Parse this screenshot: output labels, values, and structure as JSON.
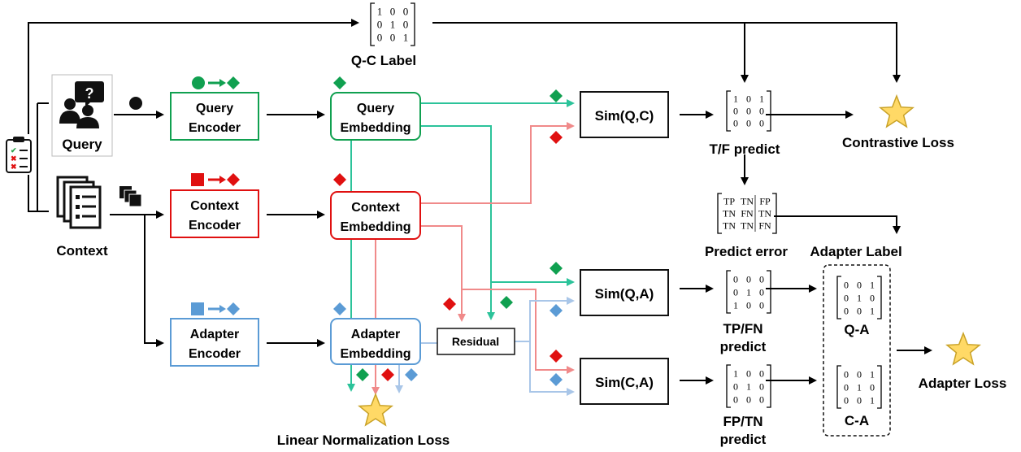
{
  "labels": {
    "qc_label": "Q-C Label",
    "query": "Query",
    "context": "Context",
    "tf_predict": "T/F predict",
    "contrastive_loss": "Contrastive Loss",
    "predict_error": "Predict error",
    "adapter_label": "Adapter Label",
    "tpfn_predict_1": "TP/FN",
    "tpfn_predict_2": "predict",
    "fptn_predict_1": "FP/TN",
    "fptn_predict_2": "predict",
    "adapter_loss": "Adapter Loss",
    "linear_norm_loss": "Linear Normalization Loss",
    "qa": "Q-A",
    "ca": "C-A"
  },
  "boxes": {
    "query_encoder": [
      "Query",
      "Encoder"
    ],
    "context_encoder": [
      "Context",
      "Encoder"
    ],
    "adapter_encoder": [
      "Adapter",
      "Encoder"
    ],
    "query_embedding": [
      "Query",
      "Embedding"
    ],
    "context_embedding": [
      "Context",
      "Embedding"
    ],
    "adapter_embedding": [
      "Adapter",
      "Embedding"
    ],
    "residual": "Residual",
    "sim_qc": "Sim(Q,C)",
    "sim_qa": "Sim(Q,A)",
    "sim_ca": "Sim(C,A)"
  },
  "matrices": {
    "qc_label": [
      [
        "1",
        "0",
        "0"
      ],
      [
        "0",
        "1",
        "0"
      ],
      [
        "0",
        "0",
        "1"
      ]
    ],
    "tf_predict": [
      [
        "1",
        "0",
        "1"
      ],
      [
        "0",
        "0",
        "0"
      ],
      [
        "0",
        "0",
        "0"
      ]
    ],
    "predict_error": [
      [
        "TP",
        "TN",
        "FP"
      ],
      [
        "TN",
        "FN",
        "TN"
      ],
      [
        "TN",
        "TN",
        "FN"
      ]
    ],
    "tpfn_predict": [
      [
        "0",
        "0",
        "0"
      ],
      [
        "0",
        "1",
        "0"
      ],
      [
        "1",
        "0",
        "0"
      ]
    ],
    "fptn_predict": [
      [
        "1",
        "0",
        "0"
      ],
      [
        "0",
        "1",
        "0"
      ],
      [
        "0",
        "0",
        "0"
      ]
    ],
    "qa_label": [
      [
        "0",
        "0",
        "1"
      ],
      [
        "0",
        "1",
        "0"
      ],
      [
        "0",
        "0",
        "1"
      ]
    ],
    "ca_label": [
      [
        "0",
        "0",
        "1"
      ],
      [
        "0",
        "1",
        "0"
      ],
      [
        "0",
        "0",
        "1"
      ]
    ]
  },
  "colors": {
    "query": "#10a050",
    "query_line": "#2cc39a",
    "context": "#e01010",
    "context_line": "#f08a8a",
    "adapter": "#5b9bd5",
    "adapter_line": "#a9c6e8",
    "star": "#ffd966",
    "star_stroke": "#c9a227"
  },
  "icons": [
    "checklist-icon",
    "users-question-icon",
    "documents-icon",
    "star-icon"
  ]
}
